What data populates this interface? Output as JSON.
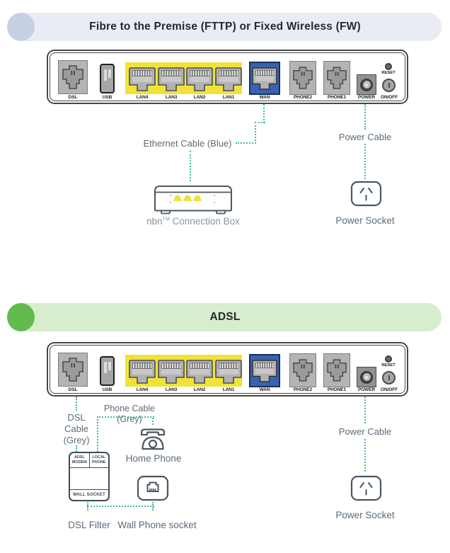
{
  "colors": {
    "dotted_line": "#3ebd92",
    "label_text": "#5b6b7a",
    "label_text_light": "#8a939c",
    "title_text": "#26282c",
    "port_label_text": "#1c1c1c",
    "lan_yellow": "#f0e23b",
    "wan_blue": "#3a63ae",
    "icon_stroke": "#4a5763",
    "banner_fttp_bg": "#e9ecf4",
    "banner_fttp_circle": "#c5d1e2",
    "banner_adsl_bg": "#d8ecce",
    "banner_adsl_circle": "#63ba4e"
  },
  "router": {
    "port_labels": {
      "dsl": "DSL",
      "usb": "USB",
      "lan4": "LAN4",
      "lan3": "LAN3",
      "lan2": "LAN2",
      "lan1": "LAN1",
      "wan": "WAN",
      "phone2": "PHONE2",
      "phone1": "PHONE1",
      "power": "POWER",
      "reset": "RESET",
      "onoff": "ON/OFF"
    }
  },
  "fttp": {
    "title": "Fibre to the Premise (FTTP) or Fixed Wireless (FW)",
    "ethernet_cable_label": "Ethernet Cable (Blue)",
    "nbn_label_pre": "nbn",
    "nbn_label_sup": "TM",
    "nbn_label_post": " Connection Box",
    "power_cable_label": "Power Cable",
    "power_socket_label": "Power Socket"
  },
  "adsl": {
    "title": "ADSL",
    "dsl_cable_line1": "DSL",
    "dsl_cable_line2": "Cable",
    "dsl_cable_line3": "(Grey)",
    "phone_cable_label": "Phone Cable (Grey)",
    "home_phone_label": "Home Phone",
    "dsl_filter_label": "DSL Filter",
    "wall_phone_socket_label": "Wall Phone socket",
    "power_cable_label": "Power Cable",
    "power_socket_label": "Power Socket",
    "filter_cell1_line1": "ADSL",
    "filter_cell1_line2": "MODEM",
    "filter_cell2_line1": "LOCAL",
    "filter_cell2_line2": "PHONE",
    "filter_cell3": "WALL SOCKET"
  },
  "icons": {
    "rj11_port": "phone-jack-socket",
    "rj45_port": "ethernet-jack-socket",
    "usb_port": "usb-a-port",
    "power_jack": "barrel-power-connector",
    "reset_button": "recessed-round-button",
    "onoff_button": "round-push-button",
    "nbn_connection_box": "white-modem-box-with-yellow-ports",
    "power_socket": "australian-power-outlet",
    "home_phone": "classic-telephone",
    "wall_phone_socket": "rj11-wall-plate",
    "dsl_filter": "line-splitter-box"
  }
}
